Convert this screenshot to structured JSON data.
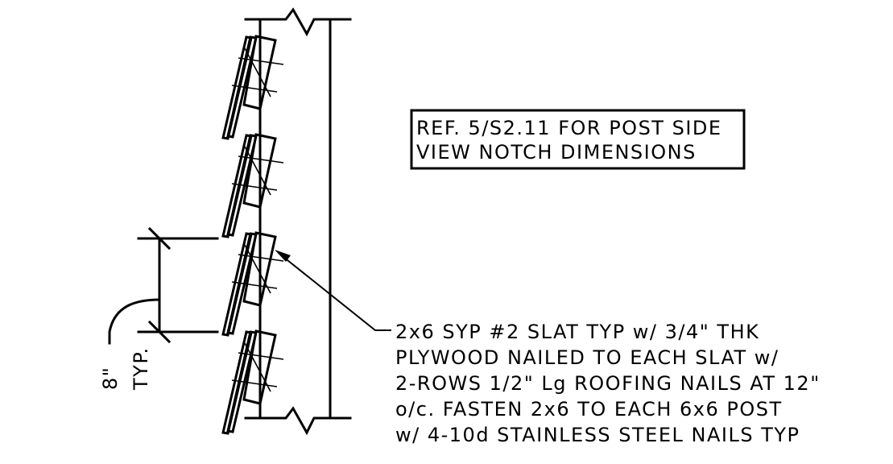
{
  "ref_note": {
    "lines": [
      "REF. 5/S2.11 FOR POST SIDE",
      "VIEW NOTCH DIMENSIONS"
    ]
  },
  "slat_note": {
    "lines": [
      "2x6 SYP #2 SLAT TYP w/ 3/4\" THK",
      "PLYWOOD NAILED TO EACH SLAT w/",
      "2-ROWS 1/2\" Lg ROOFING NAILS AT 12\"",
      "o/c. FASTEN 2x6 TO EACH 6x6 POST",
      "w/ 4-10d STAINLESS STEEL NAILS TYP"
    ]
  },
  "spacing_dimension": {
    "value": "8\"",
    "suffix": "TYP."
  }
}
